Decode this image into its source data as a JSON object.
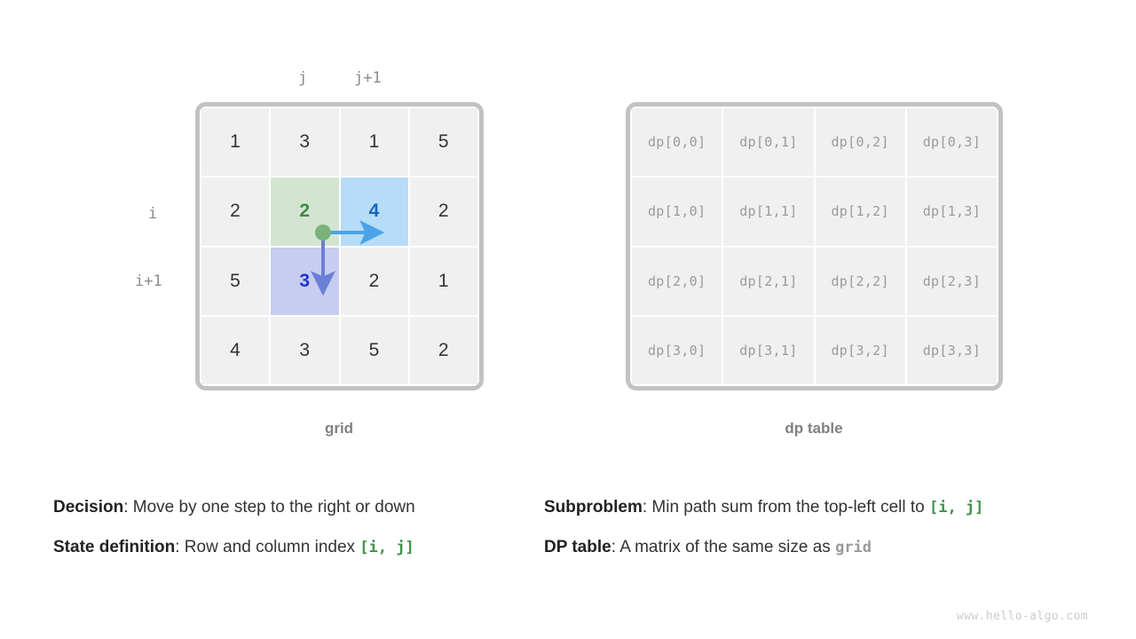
{
  "grid": {
    "caption": "grid",
    "col_labels": [
      {
        "name": "j",
        "text": "j"
      },
      {
        "name": "j+1",
        "text": "j+1"
      }
    ],
    "row_labels": [
      {
        "name": "i",
        "text": "i"
      },
      {
        "name": "i+1",
        "text": "i+1"
      }
    ],
    "rows": [
      [
        {
          "text": "1",
          "style": "plain"
        },
        {
          "text": "3",
          "style": "plain"
        },
        {
          "text": "1",
          "style": "plain"
        },
        {
          "text": "5",
          "style": "plain"
        }
      ],
      [
        {
          "text": "2",
          "style": "plain"
        },
        {
          "text": "2",
          "style": "green"
        },
        {
          "text": "4",
          "style": "blue"
        },
        {
          "text": "2",
          "style": "plain"
        }
      ],
      [
        {
          "text": "5",
          "style": "plain"
        },
        {
          "text": "3",
          "style": "purple"
        },
        {
          "text": "2",
          "style": "plain"
        },
        {
          "text": "1",
          "style": "plain"
        }
      ],
      [
        {
          "text": "4",
          "style": "plain"
        },
        {
          "text": "3",
          "style": "plain"
        },
        {
          "text": "5",
          "style": "plain"
        },
        {
          "text": "2",
          "style": "plain"
        }
      ]
    ]
  },
  "dp_table": {
    "caption": "dp table",
    "rows": [
      [
        "dp[0,0]",
        "dp[0,1]",
        "dp[0,2]",
        "dp[0,3]"
      ],
      [
        "dp[1,0]",
        "dp[1,1]",
        "dp[1,2]",
        "dp[1,3]"
      ],
      [
        "dp[2,0]",
        "dp[2,1]",
        "dp[2,2]",
        "dp[2,3]"
      ],
      [
        "dp[3,0]",
        "dp[3,1]",
        "dp[3,2]",
        "dp[3,3]"
      ]
    ]
  },
  "notes": {
    "decision": {
      "label": "Decision",
      "sep": ": ",
      "text": "Move by one step to the right or down"
    },
    "state": {
      "label": "State definition",
      "sep": ": ",
      "text": "Row and column index ",
      "code": "[i, j]"
    },
    "subproblem": {
      "label": "Subproblem",
      "sep": ": ",
      "text": "Min path sum from the top-left cell to ",
      "code": "[i, j]"
    },
    "dp_table": {
      "label": "DP table",
      "sep": ": ",
      "text": "A matrix of the same size as ",
      "code": "grid"
    }
  },
  "watermark": "www.hello-algo.com",
  "colors": {
    "cell_bg": "#f0f0f0",
    "frame_border": "#c2c2c2",
    "highlight_green": "#d3e5d1",
    "highlight_blue": "#b6dcf7",
    "highlight_purple": "#c7cdf0",
    "value_green": "#3d8a45",
    "value_blue": "#1565c0",
    "value_indigo": "#2233cc",
    "arrow_right": "#4aa3e8",
    "arrow_down": "#6b7fd7",
    "dot_green": "#7ab37a",
    "code_green": "#41924b",
    "muted_text": "#9a9a9a",
    "caption_text": "#808080"
  }
}
